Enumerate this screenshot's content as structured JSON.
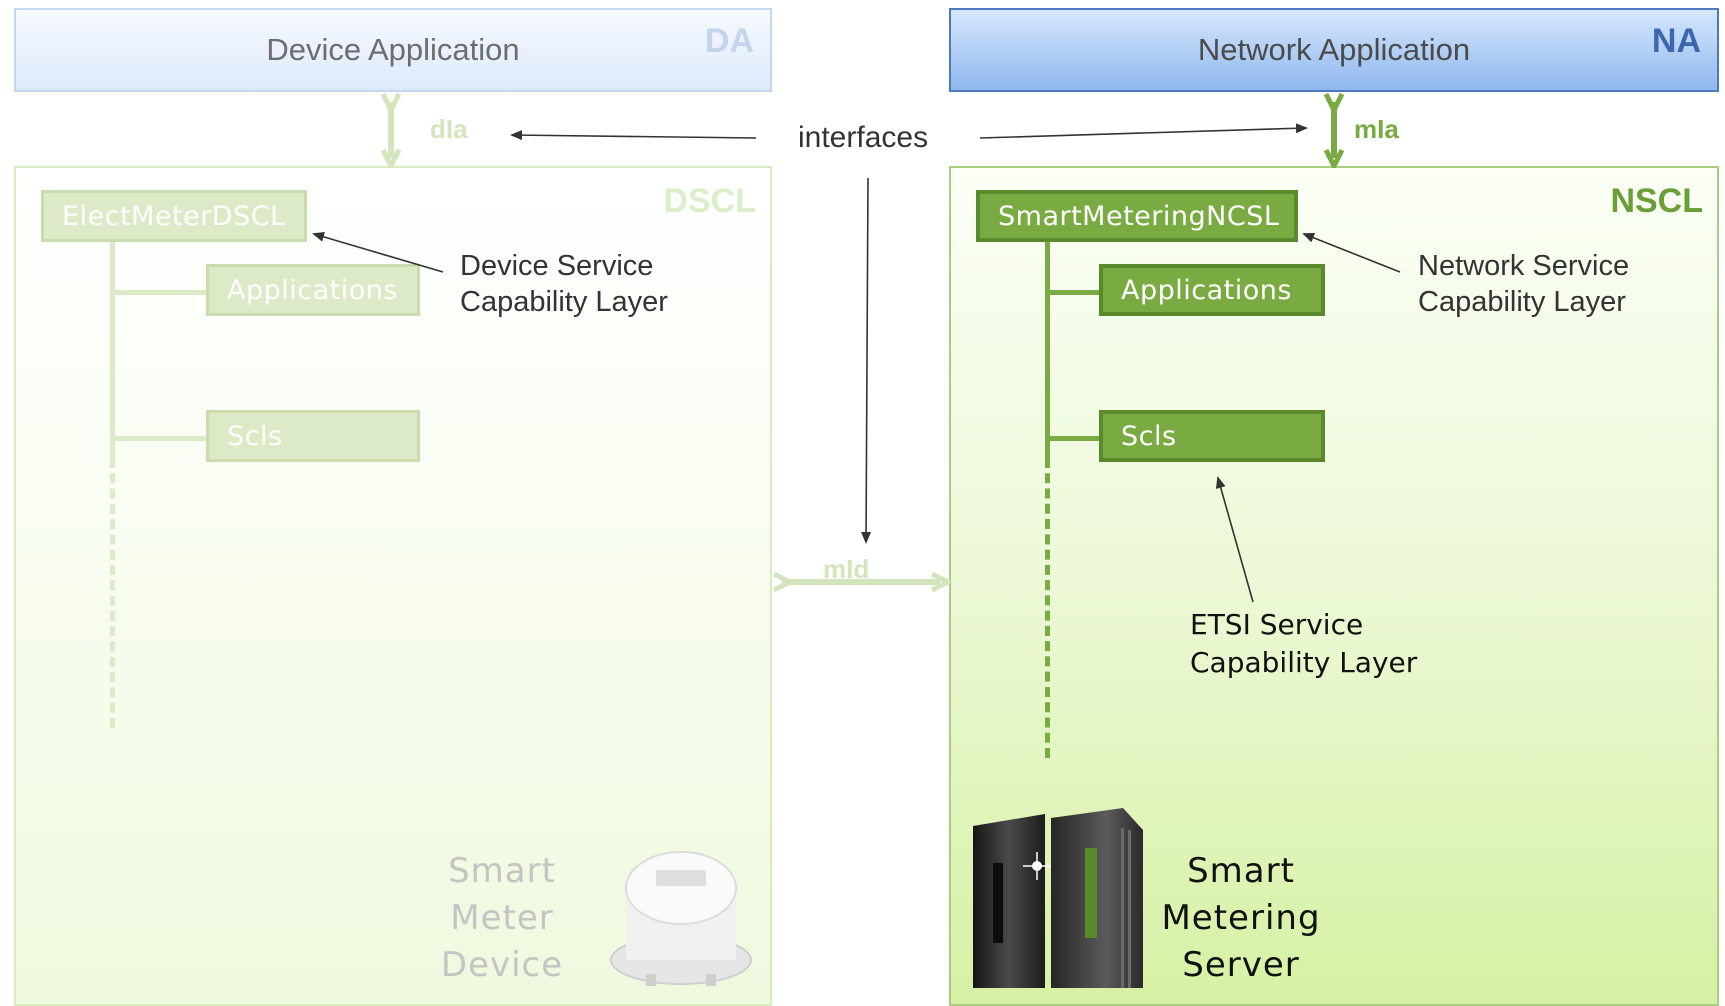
{
  "device_application": {
    "label": "Device Application",
    "tag": "DA"
  },
  "network_application": {
    "label": "Network Application",
    "tag": "NA"
  },
  "dscl": {
    "tag": "DSCL",
    "root": "ElectMeterDSCL",
    "children": [
      "Applications",
      "Scls"
    ],
    "device_label": [
      "Smart",
      "Meter",
      "Device"
    ]
  },
  "nscl": {
    "tag": "NSCL",
    "root": "SmartMeteringNCSL",
    "children": [
      "Applications",
      "Scls"
    ],
    "device_label": [
      "Smart",
      "Metering",
      "Server"
    ]
  },
  "interfaces": {
    "title": "interfaces",
    "dia": "dIa",
    "mia": "mIa",
    "mid": "mId"
  },
  "annotations": {
    "device_scl": [
      "Device Service",
      "Capability Layer"
    ],
    "network_scl": [
      "Network Service",
      "Capability Layer"
    ],
    "etsi_scl": [
      "ETSI Service",
      "Capability Layer"
    ]
  },
  "colors": {
    "faded_green": "#c8dcae",
    "strong_green": "#7aab42",
    "na_blue": "#3c67ad",
    "da_blue": "#c3d4ee"
  }
}
